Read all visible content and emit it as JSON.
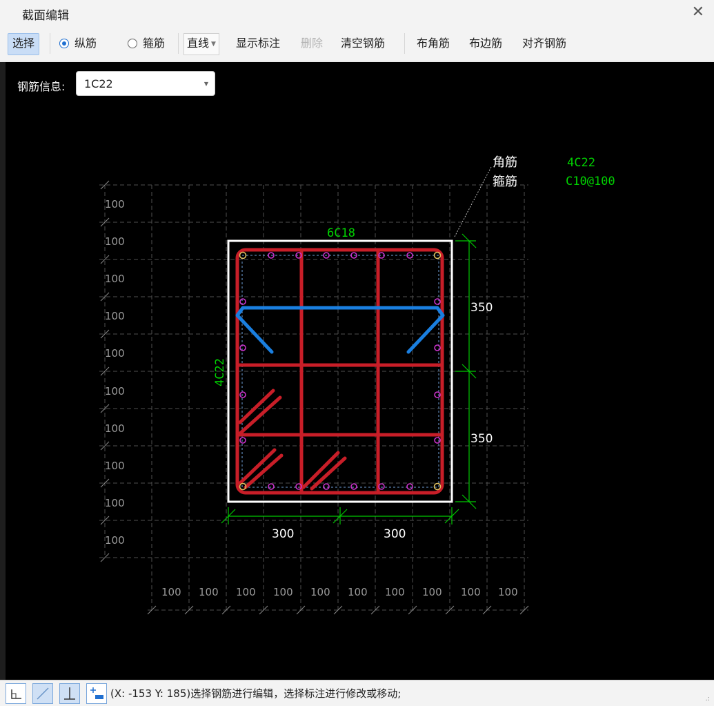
{
  "window": {
    "title": "截面编辑"
  },
  "toolbar": {
    "select": "选择",
    "longitudinal": "纵筋",
    "stirrup": "箍筋",
    "line_mode": "直线",
    "show_annotation": "显示标注",
    "delete": "删除",
    "clear_rebar": "清空钢筋",
    "corner_rebar": "布角筋",
    "edge_rebar": "布边筋",
    "align_rebar": "对齐钢筋"
  },
  "rebar_info": {
    "label": "钢筋信息:",
    "value": "1C22"
  },
  "legend": {
    "corner_label": "角筋",
    "corner_value": "4C22",
    "stirrup_label": "箍筋",
    "stirrup_value": "C10@100"
  },
  "section": {
    "top_rebar": "6C18",
    "side_rebar": "4C22",
    "dim_right_upper": "350",
    "dim_right_lower": "350",
    "dim_bottom_left": "300",
    "dim_bottom_right": "300"
  },
  "grid": {
    "left_labels": [
      "100",
      "100",
      "100",
      "100",
      "100",
      "100",
      "100",
      "100",
      "100",
      "100"
    ],
    "bottom_labels": [
      "100",
      "100",
      "100",
      "100",
      "100",
      "100",
      "100",
      "100",
      "100",
      "100"
    ]
  },
  "status": {
    "coords": "(X: -153 Y: 185)",
    "message": "选择钢筋进行编辑，选择标注进行修改或移动;"
  },
  "colors": {
    "green": "#00d200",
    "rebar_red": "#c81e28",
    "stirrup_blue": "#1a7fe0",
    "section_outline": "#ffffff",
    "canvas_bg": "#000000"
  }
}
